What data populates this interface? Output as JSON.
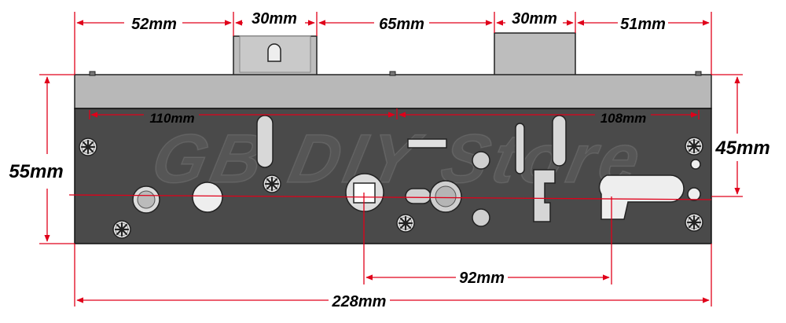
{
  "watermark": "GB DIY Store",
  "dimensions": {
    "top": [
      "52mm",
      "30mm",
      "65mm",
      "30mm",
      "51mm"
    ],
    "plate_left": "110mm",
    "plate_right": "108mm",
    "left_height": "55mm",
    "right_height": "45mm",
    "centres": "92mm",
    "overall_length": "228mm"
  },
  "colors": {
    "dimension_line": "#e0001a",
    "case_plate": "#4a4a4a",
    "face_plate": "#b8b8b8",
    "bolt": "#bdbdbd",
    "holes": "#eeeeee"
  }
}
